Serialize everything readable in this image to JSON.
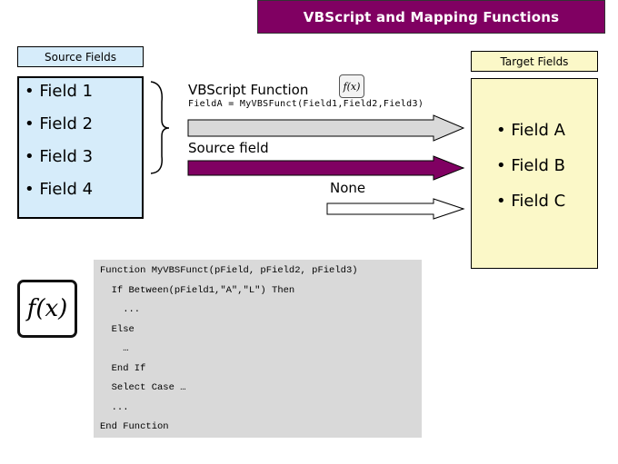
{
  "title": "VBScript and Mapping Functions",
  "source": {
    "header": "Source Fields",
    "fields": [
      "Field 1",
      "Field 2",
      "Field 3",
      "Field 4"
    ]
  },
  "target": {
    "header": "Target Fields",
    "fields": [
      "Field A",
      "Field B",
      "Field C"
    ]
  },
  "mappings": {
    "vbscript_label": "VBScript Function",
    "vbscript_formula": "FieldA = MyVBSFunct(Field1,Field2,Field3)",
    "source_label": "Source field",
    "none_label": "None"
  },
  "fx_label": "f(x)",
  "code": [
    "Function MyVBSFunct(pField, pField2, pField3)",
    "  If Between(pField1,\"A\",\"L\") Then",
    "    ...",
    "  Else",
    "    …",
    "  End If",
    "  Select Case …",
    "  ...",
    "End Function"
  ],
  "colors": {
    "title_bg": "#800062",
    "source_bg": "#d6ecfa",
    "target_bg": "#fbf8c8",
    "vbscript_arrow": "#d9d9d9",
    "source_arrow": "#800062",
    "none_arrow": "#ffffff",
    "code_bg": "#d9d9d9"
  }
}
